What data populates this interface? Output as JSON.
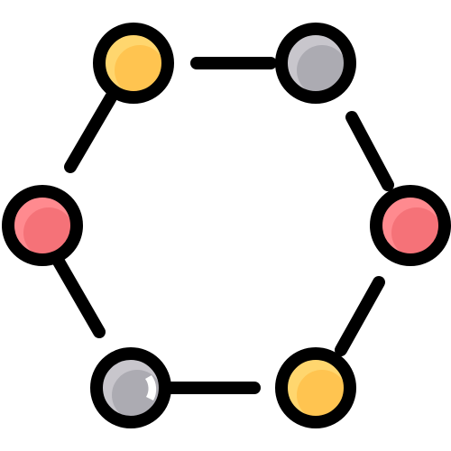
{
  "icon": {
    "name": "hexagon-network-icon",
    "nodes": [
      {
        "name": "node-top-left",
        "fill": "#ffd66e",
        "shade": "#ffc24d",
        "shine": false
      },
      {
        "name": "node-top-right",
        "fill": "#c8c6cc",
        "shade": "#a9a7af",
        "shine": false
      },
      {
        "name": "node-right",
        "fill": "#ff8a8f",
        "shade": "#f46f76",
        "shine": false
      },
      {
        "name": "node-bottom-right",
        "fill": "#ffd66e",
        "shade": "#ffc24d",
        "shine": false
      },
      {
        "name": "node-bottom-left",
        "fill": "#c8c6cc",
        "shade": "#a9a7af",
        "shine": true
      },
      {
        "name": "node-left",
        "fill": "#ff8a8f",
        "shade": "#f46f76",
        "shine": false
      }
    ],
    "stroke_color": "#000000"
  }
}
